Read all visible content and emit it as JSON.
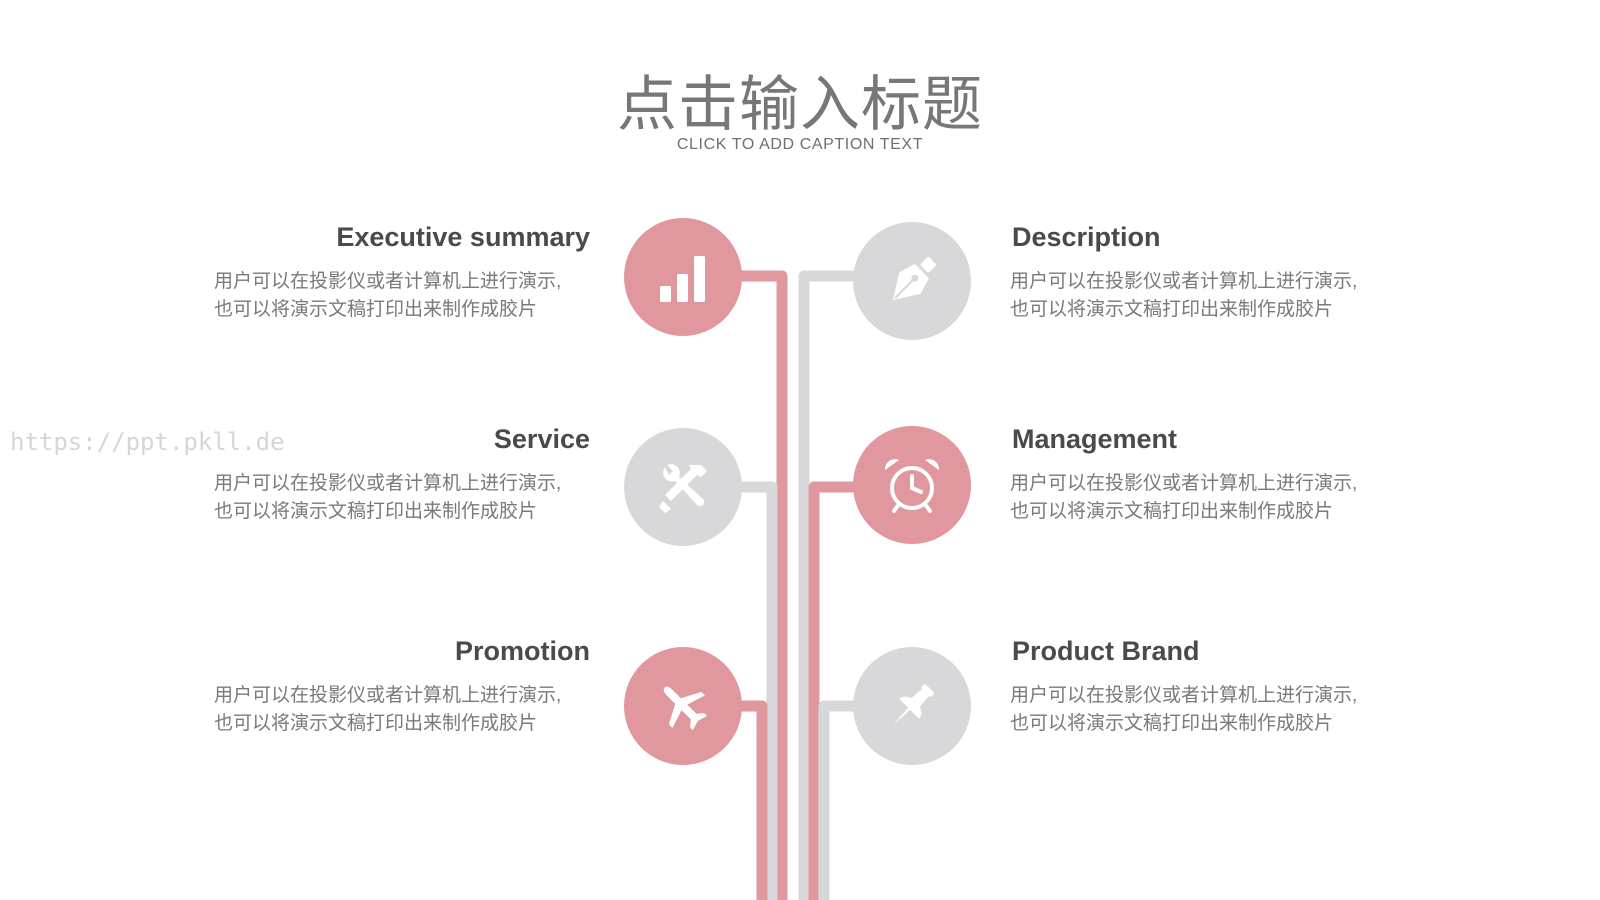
{
  "title": "点击输入标题",
  "subtitle": "CLICK TO ADD CAPTION TEXT",
  "watermark": "https://ppt.pkll.de",
  "colors": {
    "pink": "#e0979d",
    "gray": "#d8d8db",
    "title": "#777777",
    "text": "#7a7a7a"
  },
  "items": [
    {
      "title": "Executive summary",
      "line1": "用户可以在投影仪或者计算机上进行演示,",
      "line2": "也可以将演示文稿打印出来制作成胶片",
      "icon": "bar-chart-icon",
      "color": "pink"
    },
    {
      "title": "Service",
      "line1": "用户可以在投影仪或者计算机上进行演示,",
      "line2": "也可以将演示文稿打印出来制作成胶片",
      "icon": "tools-icon",
      "color": "gray"
    },
    {
      "title": "Promotion",
      "line1": "用户可以在投影仪或者计算机上进行演示,",
      "line2": "也可以将演示文稿打印出来制作成胶片",
      "icon": "airplane-icon",
      "color": "pink"
    },
    {
      "title": "Description",
      "line1": "用户可以在投影仪或者计算机上进行演示,",
      "line2": "也可以将演示文稿打印出来制作成胶片",
      "icon": "pen-nib-icon",
      "color": "gray"
    },
    {
      "title": "Management",
      "line1": "用户可以在投影仪或者计算机上进行演示,",
      "line2": "也可以将演示文稿打印出来制作成胶片",
      "icon": "alarm-clock-icon",
      "color": "pink"
    },
    {
      "title": "Product Brand",
      "line1": "用户可以在投影仪或者计算机上进行演示,",
      "line2": "也可以将演示文稿打印出来制作成胶片",
      "icon": "pushpin-icon",
      "color": "gray"
    }
  ]
}
